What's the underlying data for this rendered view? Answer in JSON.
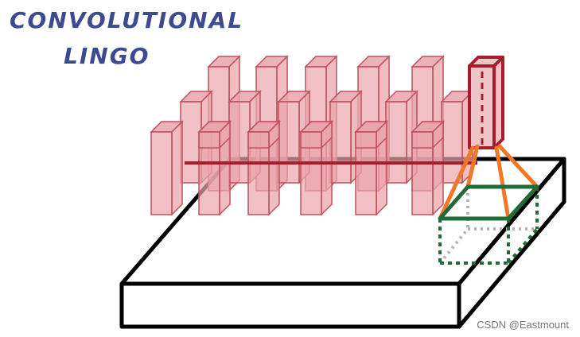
{
  "title": {
    "line1": "CONVOLUTIONAL",
    "line2": "LINGO"
  },
  "watermark": "CSDN @Eastmount",
  "colors": {
    "ink": "#000000",
    "title": "#3c4a8f",
    "column_fill": "#e9a5ab",
    "column_stroke": "#c0505c",
    "highlight": "#a61e2e",
    "patch": "#1f6b3a",
    "projection": "#f07828",
    "hidden_edge": "#b5b5b5"
  }
}
